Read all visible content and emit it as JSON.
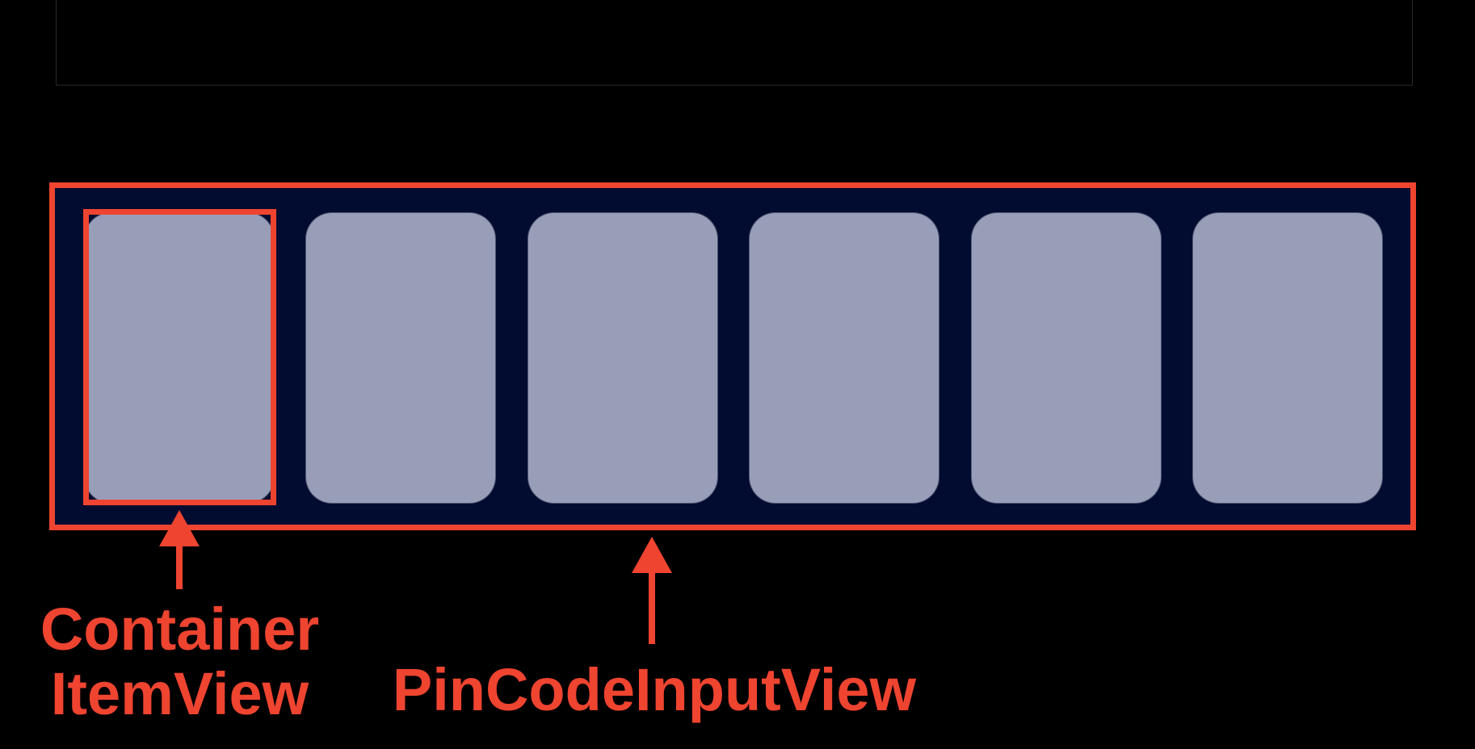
{
  "labels": {
    "container_line1": "Container",
    "container_line2": "ItemView",
    "pin_view": "PinCodeInputView"
  },
  "pin_cells": 6,
  "colors": {
    "background": "#000000",
    "pin_view_fill": "#020c30",
    "cell_fill": "#999eb8",
    "highlight": "#ee4430"
  }
}
